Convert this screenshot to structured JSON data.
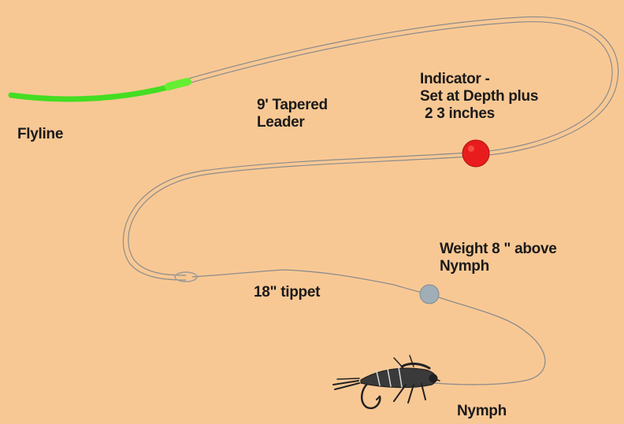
{
  "labels": {
    "flyline": "Flyline",
    "leader": [
      "9' Tapered",
      "Leader"
    ],
    "indicator": [
      "Indicator -",
      "Set at Depth plus",
      "2 3 inches"
    ],
    "weight": [
      "Weight  8 \" above",
      "Nymph"
    ],
    "tippet": "18\" tippet",
    "nymph": "Nymph"
  },
  "colors": {
    "background": "#f8c894",
    "flyline": "#44dd22",
    "indicator": "#e81c1c",
    "weight": "#a0aeb8",
    "leader": "#8c8c8c",
    "text": "#1a1a1a"
  },
  "icons": [
    "nymph-fly-icon"
  ]
}
